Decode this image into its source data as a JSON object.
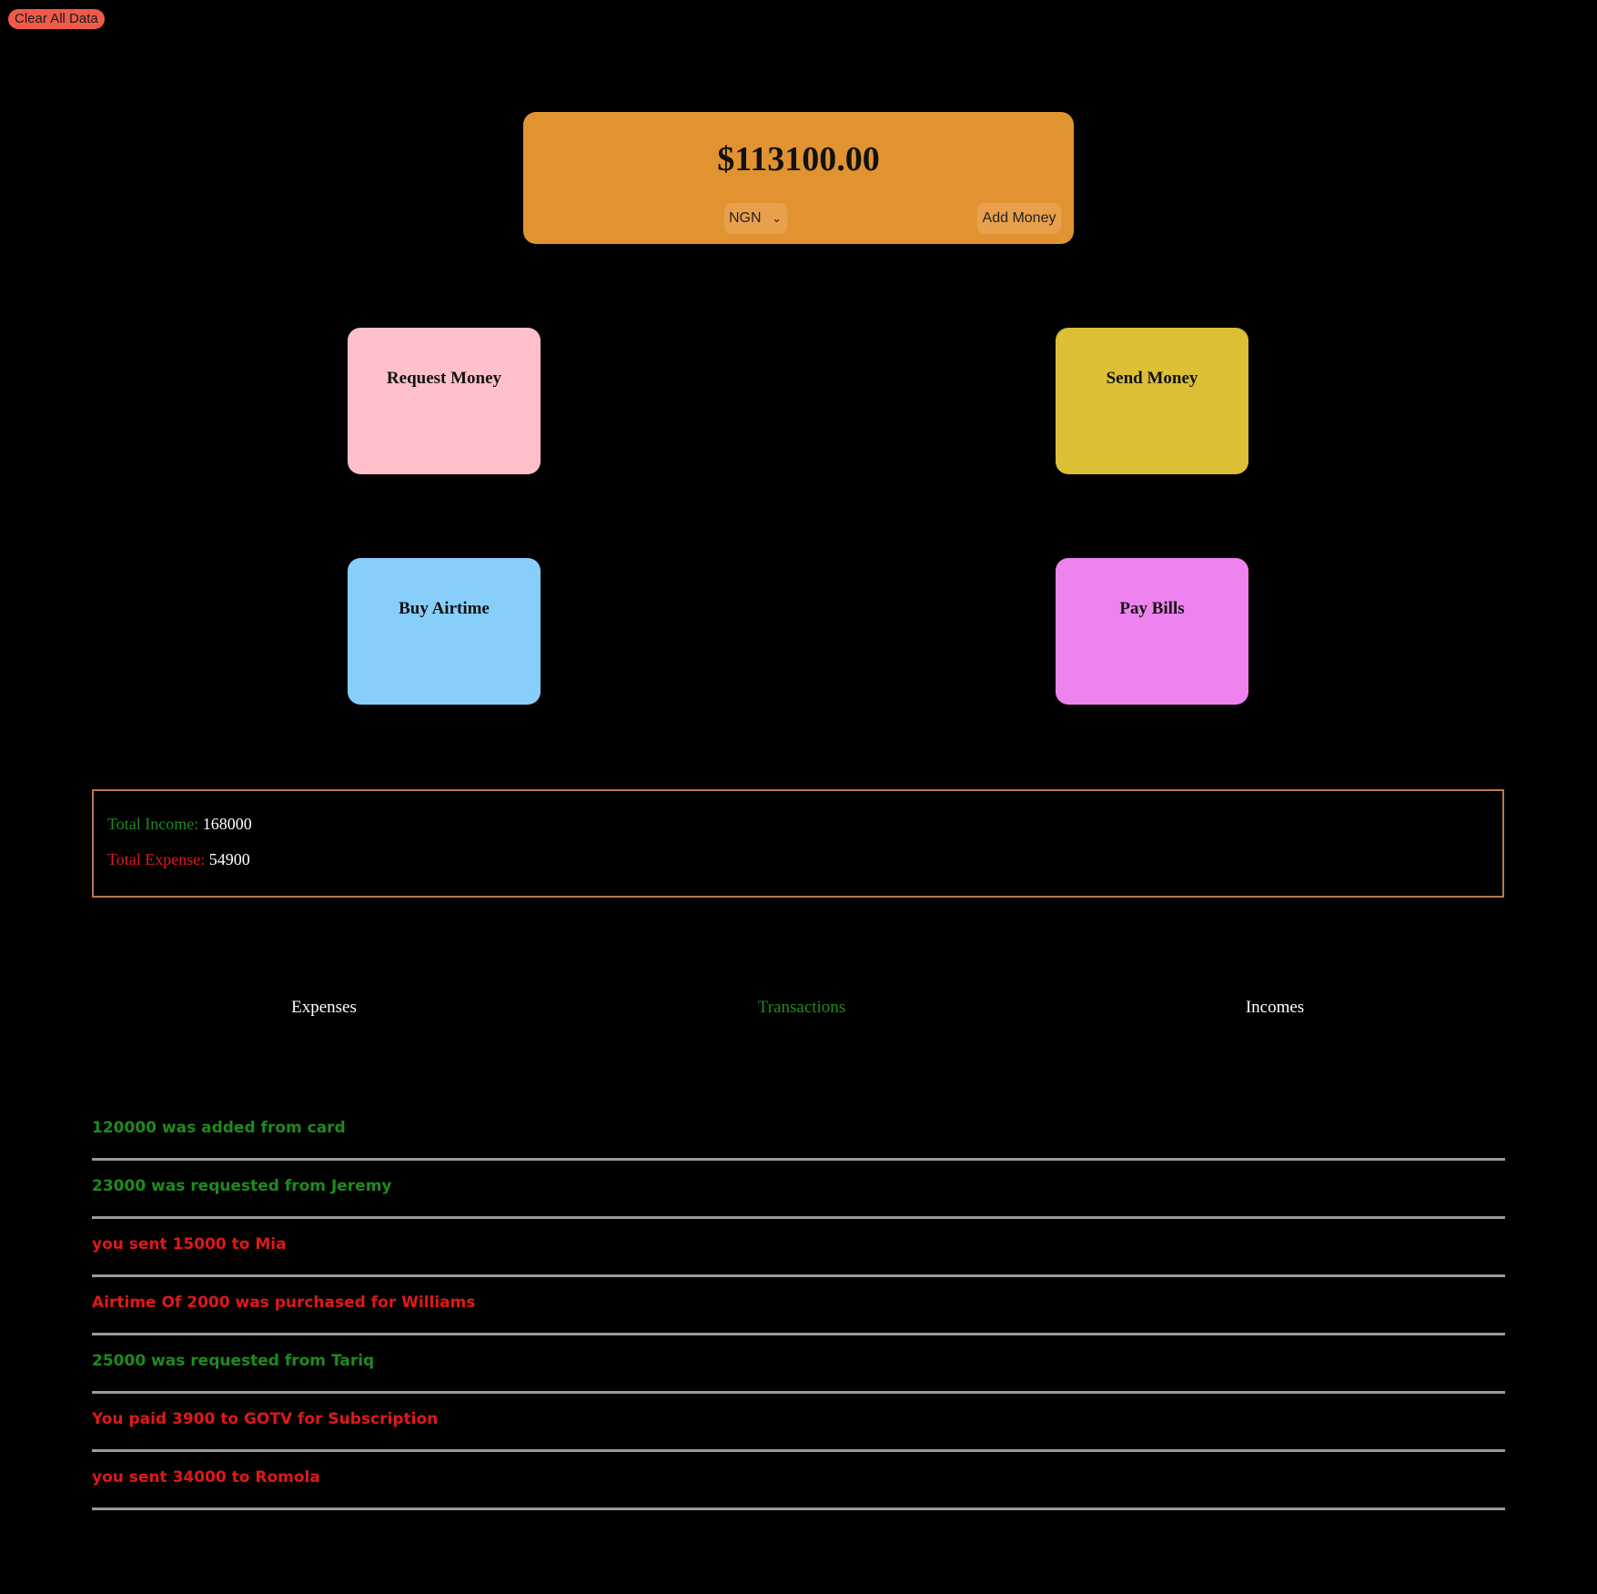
{
  "header": {
    "clear_label": "Clear All Data"
  },
  "balance": {
    "amount": "$113100.00",
    "currency": "NGN",
    "add_money_label": "Add Money"
  },
  "actions": {
    "request": "Request Money",
    "send": "Send Money",
    "airtime": "Buy Airtime",
    "bills": "Pay Bills"
  },
  "summary": {
    "income_label": "Total Income:",
    "income_value": "168000",
    "expense_label": "Total Expense:",
    "expense_value": "54900"
  },
  "tabs": {
    "expenses": "Expenses",
    "transactions": "Transactions",
    "incomes": "Incomes",
    "active": "transactions"
  },
  "colors": {
    "income": "#1f8a1f",
    "expense": "#e01818",
    "balance_card": "#e29331"
  },
  "transactions": [
    {
      "text": "120000 was added from card",
      "kind": "income"
    },
    {
      "text": "23000 was requested from Jeremy",
      "kind": "income"
    },
    {
      "text": "you sent 15000 to Mia",
      "kind": "expense"
    },
    {
      "text": "Airtime Of 2000 was purchased for Williams",
      "kind": "expense"
    },
    {
      "text": "25000 was requested from Tariq",
      "kind": "income"
    },
    {
      "text": "You paid 3900 to GOTV for Subscription",
      "kind": "expense"
    },
    {
      "text": "you sent 34000 to Romola",
      "kind": "expense"
    }
  ]
}
